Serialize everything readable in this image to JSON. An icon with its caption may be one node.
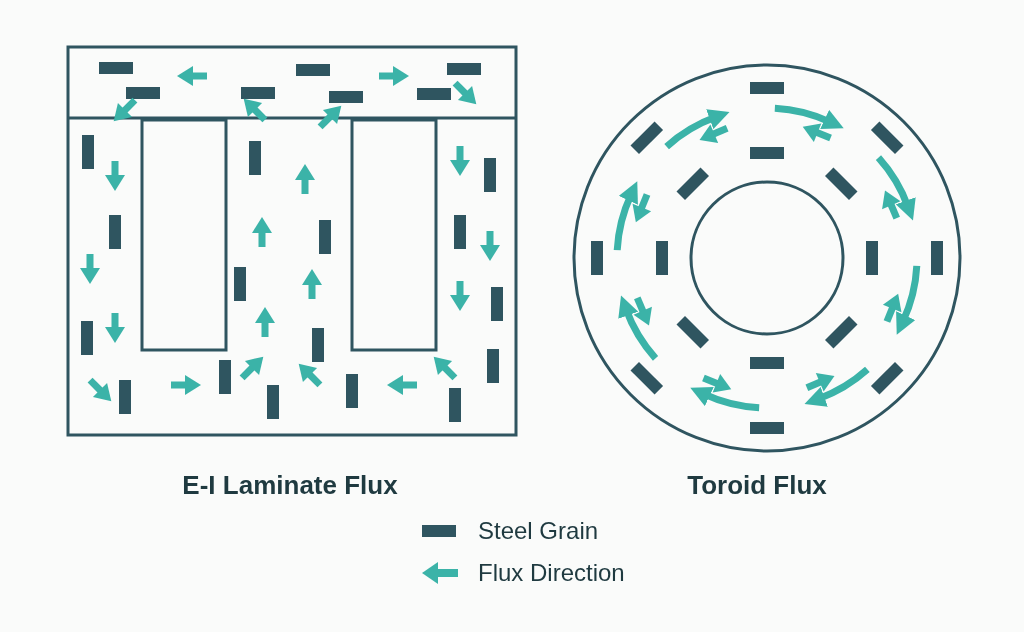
{
  "diagram": {
    "labels": [
      "E-I Laminate Flux",
      "Toroid Flux"
    ],
    "legend": [
      {
        "text": "Steel Grain"
      },
      {
        "text": "Flux Direction"
      }
    ]
  }
}
